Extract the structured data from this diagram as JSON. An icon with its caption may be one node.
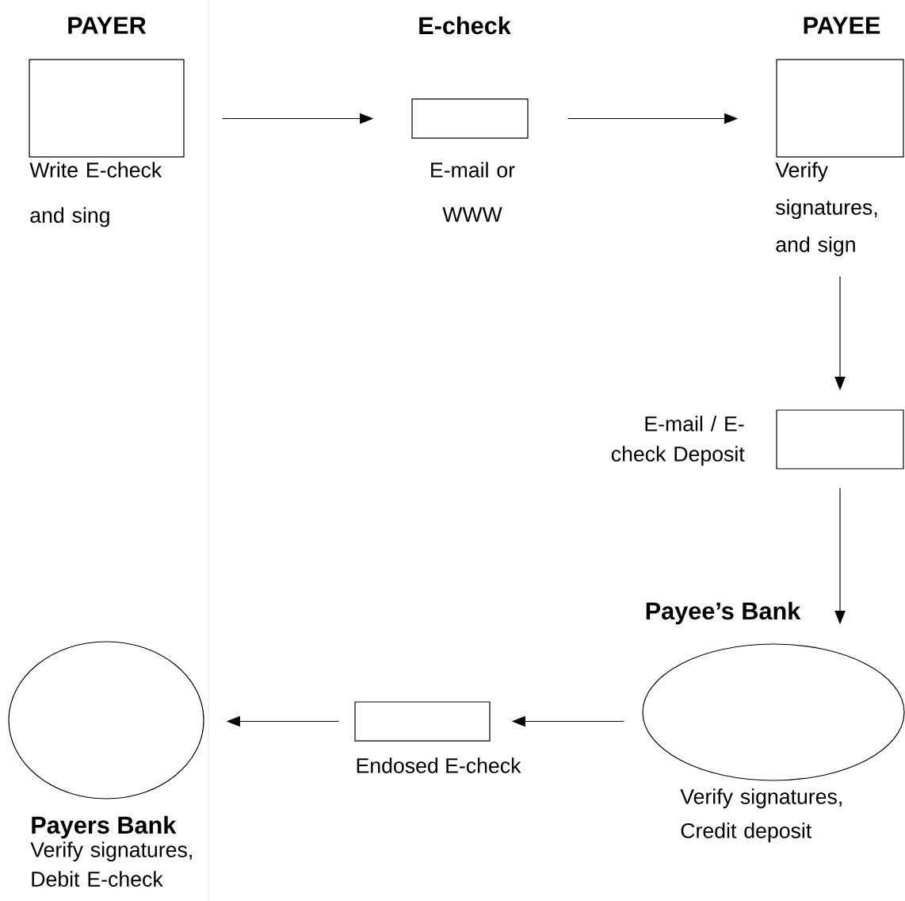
{
  "diagram": {
    "nodes": [
      {
        "text": [
          "PAYER"
        ],
        "beside": [
          "Write E-check and sing"
        ]
      },
      {
        "text": [
          "E-check"
        ],
        "beside": [
          "E-mail or WWW"
        ]
      },
      {
        "text": [
          "PAYEE"
        ],
        "beside": [
          "Verify signatures, and sign"
        ]
      },
      {
        "text": [],
        "shape": "box",
        "beside": [
          "E-mail / E-check Deposit"
        ]
      },
      {
        "text": [
          "Payee’s Bank"
        ],
        "beside": [
          "Verify signatures, Credit deposit"
        ]
      },
      {
        "text": [],
        "shape": "box",
        "beside": [
          "Endosed E-check"
        ]
      },
      {
        "text": [
          "Payers Bank"
        ],
        "beside": [
          "Verify signatures, Debit E-check"
        ]
      }
    ],
    "edges": [
      {
        "from": 0,
        "to": 1,
        "arrow": "to"
      },
      {
        "from": 1,
        "to": 2,
        "arrow": "to"
      },
      {
        "from": 2,
        "to": 3,
        "arrow": "to"
      },
      {
        "from": 3,
        "to": 4,
        "arrow": "to"
      },
      {
        "from": 4,
        "to": 5,
        "arrow": "to"
      },
      {
        "from": 5,
        "to": 6,
        "arrow": "to"
      }
    ]
  }
}
